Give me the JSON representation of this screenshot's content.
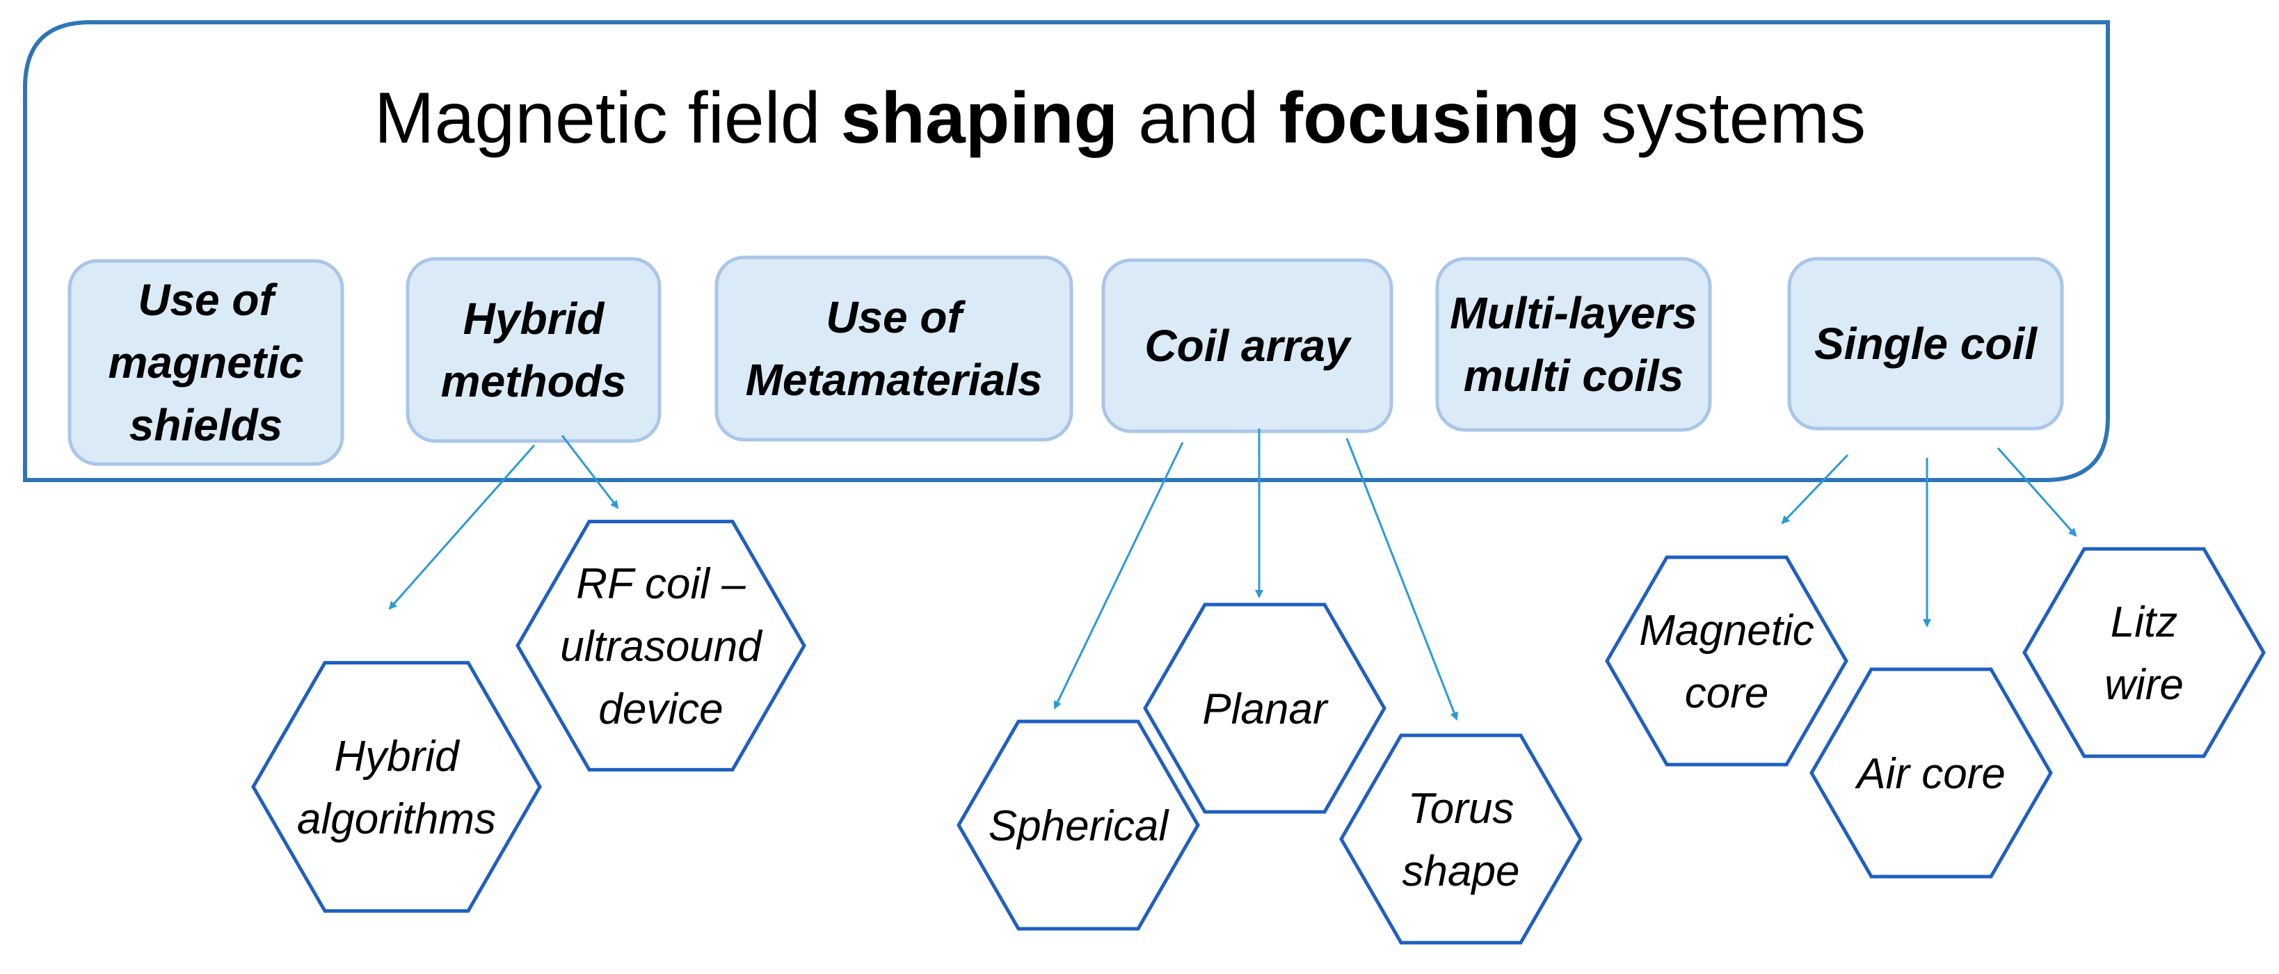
{
  "title": {
    "parts": [
      {
        "text": "Magnetic field ",
        "bold": false
      },
      {
        "text": "shaping",
        "bold": true
      },
      {
        "text": " and ",
        "bold": false
      },
      {
        "text": "focusing",
        "bold": true
      },
      {
        "text": " systems",
        "bold": false
      }
    ]
  },
  "categories": [
    {
      "name": "cat-magnetic-shields",
      "lines": [
        "Use of",
        "magnetic",
        "shields"
      ]
    },
    {
      "name": "cat-hybrid-methods",
      "lines": [
        "Hybrid",
        "methods"
      ]
    },
    {
      "name": "cat-metamaterials",
      "lines": [
        "Use of",
        "Metamaterials"
      ]
    },
    {
      "name": "cat-coil-array",
      "lines": [
        "Coil array"
      ]
    },
    {
      "name": "cat-multi-layers",
      "lines": [
        "Multi-layers",
        "multi coils"
      ]
    },
    {
      "name": "cat-single-coil",
      "lines": [
        "Single coil"
      ]
    }
  ],
  "subtypes": [
    {
      "name": "hex-hybrid-algorithms",
      "parent": "Hybrid methods",
      "lines": [
        "Hybrid",
        "algorithms"
      ]
    },
    {
      "name": "hex-rf-coil-ultrasound",
      "parent": "Hybrid methods",
      "lines": [
        "RF coil –",
        "ultrasound",
        "device"
      ]
    },
    {
      "name": "hex-spherical",
      "parent": "Coil array",
      "lines": [
        "Spherical"
      ]
    },
    {
      "name": "hex-planar",
      "parent": "Coil array",
      "lines": [
        "Planar"
      ]
    },
    {
      "name": "hex-torus-shape",
      "parent": "Coil array",
      "lines": [
        "Torus",
        "shape"
      ]
    },
    {
      "name": "hex-magnetic-core",
      "parent": "Single coil",
      "lines": [
        "Magnetic",
        "core"
      ]
    },
    {
      "name": "hex-air-core",
      "parent": "Single coil",
      "lines": [
        "Air core"
      ]
    },
    {
      "name": "hex-litz-wire",
      "parent": "Single coil",
      "lines": [
        "Litz",
        "wire"
      ]
    }
  ],
  "colors": {
    "frame": "#2E75B6",
    "box_fill": "#DAEAF7",
    "box_stroke": "#A9C6E8",
    "hex_stroke": "#1F5FBF",
    "arrow": "#2B9AD6"
  }
}
